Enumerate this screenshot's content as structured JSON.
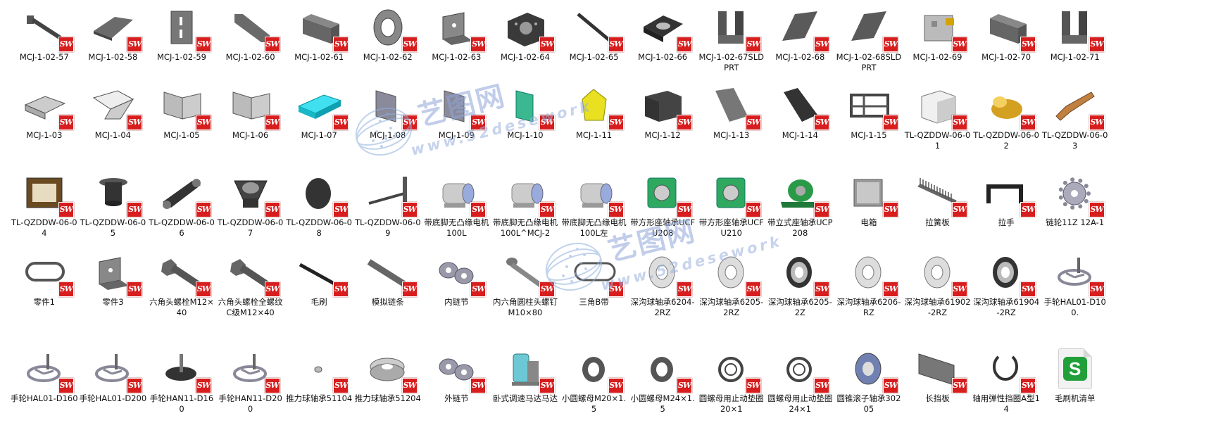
{
  "watermark": {
    "title": "艺图网",
    "url": "www.52desework"
  },
  "items": [
    {
      "label": "MCJ-1-02-57",
      "icon": "bolt-part",
      "sw": true
    },
    {
      "label": "MCJ-1-02-58",
      "icon": "wedge-plate-part",
      "sw": true
    },
    {
      "label": "MCJ-1-02-59",
      "icon": "slotted-plate-part",
      "sw": true
    },
    {
      "label": "MCJ-1-02-60",
      "icon": "angled-bar-part",
      "sw": true
    },
    {
      "label": "MCJ-1-02-61",
      "icon": "block-part",
      "sw": true
    },
    {
      "label": "MCJ-1-02-62",
      "icon": "ring-plate-part",
      "sw": true
    },
    {
      "label": "MCJ-1-02-63",
      "icon": "bracket-part",
      "sw": true
    },
    {
      "label": "MCJ-1-02-64",
      "icon": "dark-block-part",
      "sw": true
    },
    {
      "label": "MCJ-1-02-65",
      "icon": "rod-part",
      "sw": true
    },
    {
      "label": "MCJ-1-02-66",
      "icon": "dark-plate-part",
      "sw": true
    },
    {
      "label": "MCJ-1-02-67SLDPRT",
      "icon": "u-bracket-part",
      "sw": true
    },
    {
      "label": "MCJ-1-02-68",
      "icon": "blade-part",
      "sw": true
    },
    {
      "label": "MCJ-1-02-68SLDPRT",
      "icon": "blade-part",
      "sw": true
    },
    {
      "label": "MCJ-1-02-69",
      "icon": "clamp-part",
      "sw": true
    },
    {
      "label": "MCJ-1-02-70",
      "icon": "block-part",
      "sw": true
    },
    {
      "label": "MCJ-1-02-71",
      "icon": "u-bracket-part",
      "sw": true
    },
    {
      "label": "MCJ-1-03",
      "icon": "tray-part",
      "sw": true
    },
    {
      "label": "MCJ-1-04",
      "icon": "hopper-part",
      "sw": true
    },
    {
      "label": "MCJ-1-05",
      "icon": "bent-sheet-part",
      "sw": true
    },
    {
      "label": "MCJ-1-06",
      "icon": "bent-sheet-part",
      "sw": true
    },
    {
      "label": "MCJ-1-07",
      "icon": "cyan-tray-part",
      "sw": true
    },
    {
      "label": "MCJ-1-08",
      "icon": "plate-part",
      "sw": true
    },
    {
      "label": "MCJ-1-09",
      "icon": "plate-part",
      "sw": true
    },
    {
      "label": "MCJ-1-10",
      "icon": "green-plate-part",
      "sw": true
    },
    {
      "label": "MCJ-1-11",
      "icon": "yellow-part",
      "sw": true
    },
    {
      "label": "MCJ-1-12",
      "icon": "box-part",
      "sw": true
    },
    {
      "label": "MCJ-1-13",
      "icon": "sheet-part",
      "sw": true
    },
    {
      "label": "MCJ-1-14",
      "icon": "dark-sheet-part",
      "sw": true
    },
    {
      "label": "MCJ-1-15",
      "icon": "frame-part",
      "sw": true
    },
    {
      "label": "TL-QZDDW-06-01",
      "icon": "cube-part",
      "sw": true
    },
    {
      "label": "TL-QZDDW-06-02",
      "icon": "gold-part",
      "sw": true
    },
    {
      "label": "TL-QZDDW-06-03",
      "icon": "horn-part",
      "sw": true
    },
    {
      "label": "TL-QZDDW-06-04",
      "icon": "frame-plate-part",
      "sw": true
    },
    {
      "label": "TL-QZDDW-06-05",
      "icon": "flange-part",
      "sw": true
    },
    {
      "label": "TL-QZDDW-06-06",
      "icon": "arm-part",
      "sw": true
    },
    {
      "label": "TL-QZDDW-06-07",
      "icon": "funnel-part",
      "sw": true
    },
    {
      "label": "TL-QZDDW-06-08",
      "icon": "disc-part",
      "sw": true
    },
    {
      "label": "TL-QZDDW-06-09",
      "icon": "angle-rod-part",
      "sw": true
    },
    {
      "label": "带底脚无凸缘电机100L",
      "icon": "motor-part",
      "sw": true
    },
    {
      "label": "带底脚无凸缘电机100L^MCJ-2",
      "icon": "motor-part",
      "sw": true
    },
    {
      "label": "带底脚无凸缘电机100L左",
      "icon": "motor-part",
      "sw": true
    },
    {
      "label": "带方形座轴承UCFU208",
      "icon": "green-bearing-part",
      "sw": true
    },
    {
      "label": "带方形座轴承UCFU210",
      "icon": "green-bearing-part",
      "sw": true
    },
    {
      "label": "带立式座轴承UCP208",
      "icon": "pillow-block-part",
      "sw": true
    },
    {
      "label": "电箱",
      "icon": "cabinet-part",
      "sw": true
    },
    {
      "label": "拉簧板",
      "icon": "spring-plate-part",
      "sw": true
    },
    {
      "label": "拉手",
      "icon": "handle-part",
      "sw": true
    },
    {
      "label": "链轮11Z 12A-1",
      "icon": "sprocket-part",
      "sw": true
    },
    {
      "label": "零件1",
      "icon": "loop-part",
      "sw": true
    },
    {
      "label": "零件3",
      "icon": "bracket-part",
      "sw": true
    },
    {
      "label": "六角头螺栓M12×40",
      "icon": "hex-bolt-part",
      "sw": true
    },
    {
      "label": "六角头螺栓全螺纹C级M12×40",
      "icon": "hex-bolt-part",
      "sw": true
    },
    {
      "label": "毛刷",
      "icon": "brush-part",
      "sw": true
    },
    {
      "label": "模拟链条",
      "icon": "chain-bar-part",
      "sw": true
    },
    {
      "label": "内链节",
      "icon": "chain-link-part",
      "sw": true
    },
    {
      "label": "内六角圆柱头螺钉M10×80",
      "icon": "socket-screw-part",
      "sw": true
    },
    {
      "label": "三角B带",
      "icon": "belt-part",
      "sw": true
    },
    {
      "label": "深沟球轴承6204-2RZ",
      "icon": "bearing-part",
      "sw": true
    },
    {
      "label": "深沟球轴承6205-2RZ",
      "icon": "bearing-part",
      "sw": true
    },
    {
      "label": "深沟球轴承6205-2Z",
      "icon": "dark-bearing-part",
      "sw": true
    },
    {
      "label": "深沟球轴承6206-RZ",
      "icon": "bearing-part",
      "sw": true
    },
    {
      "label": "深沟球轴承61902-2RZ",
      "icon": "bearing-part",
      "sw": true
    },
    {
      "label": "深沟球轴承61904-2RZ",
      "icon": "dark-bearing-part",
      "sw": true
    },
    {
      "label": "手轮HAL01-D100.",
      "icon": "handwheel-part",
      "sw": true
    },
    {
      "label": "手轮HAL01-D160",
      "icon": "handwheel-part",
      "sw": true
    },
    {
      "label": "手轮HAL01-D200",
      "icon": "handwheel-part",
      "sw": true
    },
    {
      "label": "手轮HAN11-D160",
      "icon": "dark-handwheel-part",
      "sw": true
    },
    {
      "label": "手轮HAN11-D200",
      "icon": "handwheel-part",
      "sw": true
    },
    {
      "label": "推力球轴承51104",
      "icon": "small-washer-part",
      "sw": true
    },
    {
      "label": "推力球轴承51204",
      "icon": "thrust-bearing-part",
      "sw": true
    },
    {
      "label": "外链节",
      "icon": "chain-link-part",
      "sw": true
    },
    {
      "label": "卧式调速马达马达",
      "icon": "gear-motor-part",
      "sw": true
    },
    {
      "label": "小圆螺母M20×1.5",
      "icon": "round-nut-part",
      "sw": true
    },
    {
      "label": "小圆螺母M24×1.5",
      "icon": "round-nut-part",
      "sw": true
    },
    {
      "label": "圆螺母用止动垫圈20×1",
      "icon": "lock-washer-part",
      "sw": true
    },
    {
      "label": "圆螺母用止动垫圈24×1",
      "icon": "lock-washer-part",
      "sw": true
    },
    {
      "label": "圆锥滚子轴承30205",
      "icon": "taper-bearing-part",
      "sw": true
    },
    {
      "label": "长挡板",
      "icon": "long-plate-part",
      "sw": true
    },
    {
      "label": "轴用弹性挡圈A型14",
      "icon": "circlip-part",
      "sw": true
    },
    {
      "label": "毛刷机清单",
      "icon": "spreadsheet-icon",
      "sw": false
    }
  ]
}
